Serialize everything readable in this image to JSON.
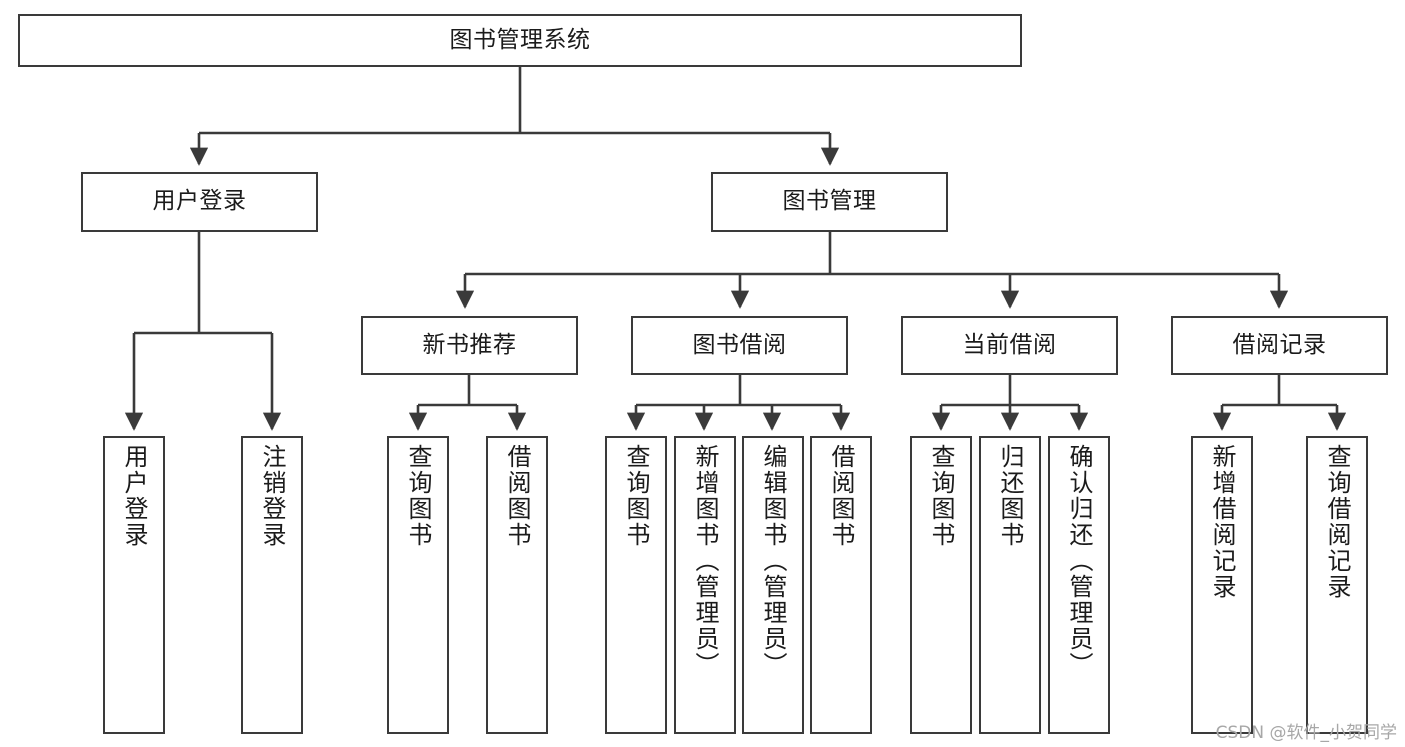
{
  "diagram": {
    "title": "图书管理系统",
    "type": "hierarchy-tree",
    "levels": 4,
    "colors": {
      "box_border": "#3a3a3a",
      "box_fill": "#ffffff",
      "connector": "#3a3a3a",
      "text": "#1b1b1b",
      "watermark": "#a7a7a7",
      "background": "#ffffff"
    },
    "root": {
      "label": "图书管理系统"
    },
    "level2": [
      {
        "label": "用户登录"
      },
      {
        "label": "图书管理"
      }
    ],
    "level3": [
      {
        "label": "新书推荐"
      },
      {
        "label": "图书借阅"
      },
      {
        "label": "当前借阅"
      },
      {
        "label": "借阅记录"
      }
    ],
    "leaves": {
      "user_login": [
        {
          "label": "用户登录"
        },
        {
          "label": "注销登录"
        }
      ],
      "new_book_recommend": [
        {
          "label": "查询图书"
        },
        {
          "label": "借阅图书"
        }
      ],
      "book_borrow": [
        {
          "label": "查询图书"
        },
        {
          "label": "新增图书（管理员）"
        },
        {
          "label": "编辑图书（管理员）"
        },
        {
          "label": "借阅图书"
        }
      ],
      "current_borrow": [
        {
          "label": "查询图书"
        },
        {
          "label": "归还图书"
        },
        {
          "label": "确认归还（管理员）"
        }
      ],
      "borrow_record": [
        {
          "label": "新增借阅记录"
        },
        {
          "label": "查询借阅记录"
        }
      ]
    }
  },
  "watermark": {
    "text": "CSDN @软件_小贺同学"
  }
}
